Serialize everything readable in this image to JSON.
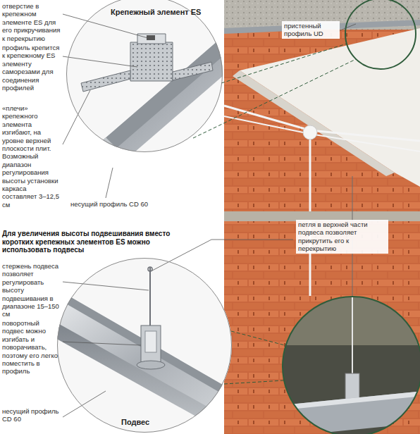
{
  "diagram": {
    "nodes": [
      {
        "text": [
          "Крепежный элемент ES"
        ]
      },
      {
        "text": [
          "Подвес"
        ]
      }
    ],
    "labels": [
      "отверстие в крепежном элементе ES для его прикручивания к перекрытию",
      "профиль крепится к крепежному ES элементу саморезами для соединения профилей",
      "«плечи» крепежного элемента изгибают, на уровне верхней плоскости плит. Возможный диапазон регулирования высоты установки каркаса составляет 3–12,5 см",
      "несущий профиль CD 60",
      "пристенный профиль UD",
      "Для увеличения высоты подвешивания вместо коротких крепежных элементов ES можно использовать подвесы",
      "петля в верхней части подвеса позволяет прикрутить его к перекрытию",
      "стержень подвеса позволяет регулировать высоту подвешивания в диапазоне 15–150 см",
      "поворотный подвес можно изгибать и поворачивать, поэтому его легко поместить в профиль",
      "несущий профиль CD 60"
    ]
  }
}
